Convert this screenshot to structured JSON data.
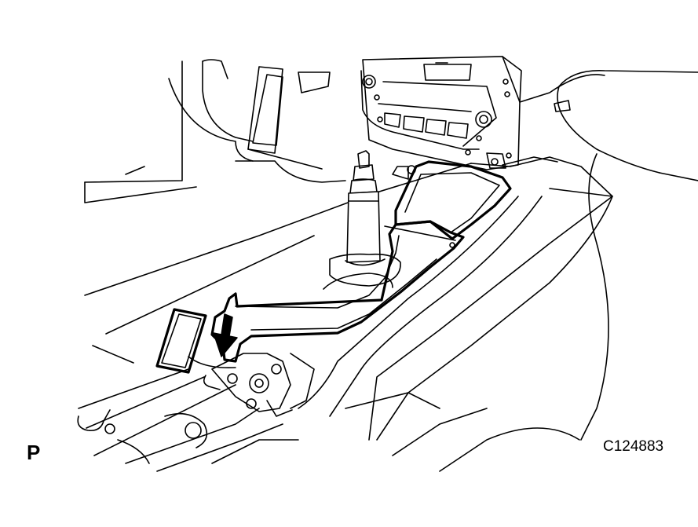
{
  "figure": {
    "view_label": "P",
    "figure_code": "C124883"
  },
  "parts": {
    "shift_lever": "shift-lever",
    "console_panel": "console-upper-panel",
    "center_cluster": "center-cluster-audio-panel",
    "gearshift_boot": "shift-lever-boot-opening",
    "bracket": "shift-lock-bracket",
    "arrow": "removal-direction-arrow"
  }
}
